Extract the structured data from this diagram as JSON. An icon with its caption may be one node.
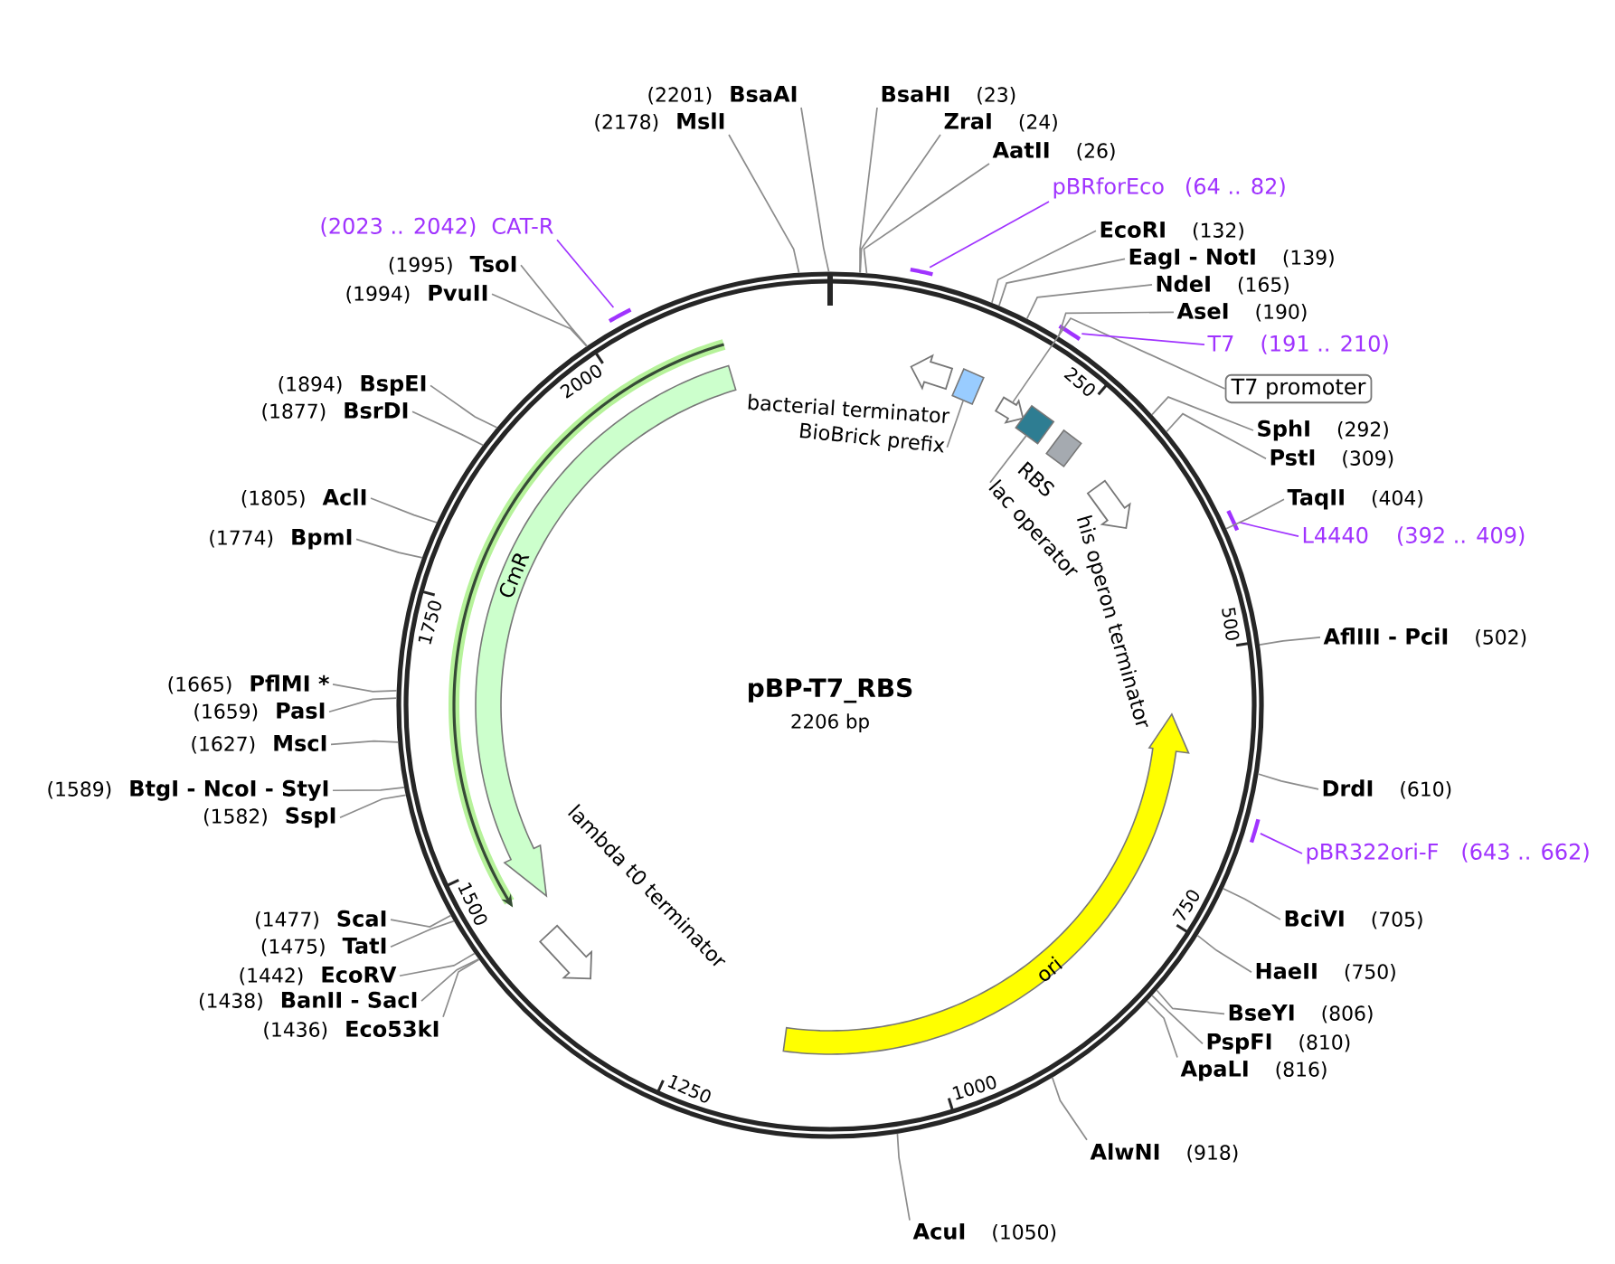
{
  "diagram": {
    "nodes": [
      {
        "text": [
          "pBP-T7_RBS",
          "2206 bp"
        ]
      },
      {
        "text": [],
        "shape": "arrow",
        "beside": [
          "bacterial terminator"
        ],
        "in": 0
      },
      {
        "text": [],
        "shape": "box",
        "in": 0
      },
      {
        "text": [
          "BioBrick prefix"
        ],
        "in": 0
      },
      {
        "text": [],
        "shape": "arrow",
        "in": 0
      },
      {
        "text": [],
        "shape": "box",
        "in": 0
      },
      {
        "text": [
          "lac operator"
        ],
        "in": 0
      },
      {
        "text": [],
        "shape": "box",
        "beside": [
          "RBS"
        ],
        "in": 0
      },
      {
        "text": [],
        "shape": "arrow",
        "beside": [
          "his operon terminator"
        ],
        "in": 0
      },
      {
        "text": [
          "ori"
        ],
        "in": 0
      },
      {
        "text": [],
        "shape": "arrow",
        "beside": [
          "lambda t0 terminator"
        ],
        "in": 0
      },
      {
        "text": [
          "CmR"
        ],
        "in": 0
      },
      {
        "text": [
          "T7 promoter"
        ]
      },
      {
        "text": [],
        "shape": "bar"
      },
      {
        "text": [
          "(2023 .. 2042)",
          "CAT-R"
        ]
      },
      {
        "text": [],
        "shape": "bar"
      },
      {
        "text": [
          "pBRforEco",
          "(64 .. 82)"
        ]
      },
      {
        "text": [],
        "shape": "bar"
      },
      {
        "text": [
          "T7",
          "(191 .. 210)"
        ]
      },
      {
        "text": [],
        "shape": "bar"
      },
      {
        "text": [
          "L4440",
          "(392 .. 409)"
        ]
      },
      {
        "text": [],
        "shape": "bar"
      },
      {
        "text": [
          "pBR322ori-F",
          "(643 .. 662)"
        ]
      },
      {
        "text": [
          "BsaHI",
          "(23)"
        ]
      },
      {
        "text": [
          "ZraI",
          "(24)"
        ]
      },
      {
        "text": [
          "AatII",
          "(26)"
        ]
      },
      {
        "text": [
          "EcoRI",
          "(132)"
        ]
      },
      {
        "text": [
          "EagI - NotI",
          "(139)"
        ]
      },
      {
        "text": [
          "NdeI",
          "(165)"
        ]
      },
      {
        "text": [
          "AseI",
          "(190)"
        ]
      },
      {
        "text": [
          "SphI",
          "(292)"
        ]
      },
      {
        "text": [
          "PstI",
          "(309)"
        ]
      },
      {
        "text": [
          "TaqII",
          "(404)"
        ]
      },
      {
        "text": [
          "AflIII - PciI",
          "(502)"
        ]
      },
      {
        "text": [
          "DrdI",
          "(610)"
        ]
      },
      {
        "text": [
          "BciVI",
          "(705)"
        ]
      },
      {
        "text": [
          "HaeII",
          "(750)"
        ]
      },
      {
        "text": [
          "BseYI",
          "(806)"
        ]
      },
      {
        "text": [
          "PspFI",
          "(810)"
        ]
      },
      {
        "text": [
          "ApaLI",
          "(816)"
        ]
      },
      {
        "text": [
          "AlwNI",
          "(918)"
        ]
      },
      {
        "text": [
          "AcuI",
          "(1050)"
        ]
      },
      {
        "text": [
          "(1436)",
          "Eco53kI"
        ]
      },
      {
        "text": [
          "(1438)",
          "BanII - SacI"
        ]
      },
      {
        "text": [
          "(1442)",
          "EcoRV"
        ]
      },
      {
        "text": [
          "(1475)",
          "TatI"
        ]
      },
      {
        "text": [
          "(1477)",
          "ScaI"
        ]
      },
      {
        "text": [
          "(1582)",
          "SspI"
        ]
      },
      {
        "text": [
          "(1589)",
          "BtgI - NcoI - StyI"
        ]
      },
      {
        "text": [
          "(1627)",
          "MscI"
        ]
      },
      {
        "text": [
          "(1659)",
          "PasI"
        ]
      },
      {
        "text": [
          "(1665)",
          "PflMI *"
        ]
      },
      {
        "text": [
          "(1774)",
          "BpmI"
        ]
      },
      {
        "text": [
          "(1805)",
          "AclI"
        ]
      },
      {
        "text": [
          "(1877)",
          "BsrDI"
        ]
      },
      {
        "text": [
          "(1894)",
          "BspEI"
        ]
      },
      {
        "text": [
          "(1994)",
          "PvuII"
        ]
      },
      {
        "text": [
          "(1995)",
          "TsoI"
        ]
      },
      {
        "text": [
          "(2178)",
          "MslI"
        ]
      },
      {
        "text": [
          "(2201)",
          "BsaAI"
        ]
      }
    ],
    "edges": [
      {
        "from": 12,
        "to": 4,
        "arrow": "none"
      },
      {
        "from": 3,
        "to": 2,
        "arrow": "none"
      },
      {
        "from": 6,
        "to": 5,
        "arrow": "none"
      },
      {
        "from": 14,
        "to": 13,
        "arrow": "none",
        "color": "#a033ff"
      },
      {
        "from": 16,
        "to": 15,
        "arrow": "none",
        "color": "#a033ff"
      },
      {
        "from": 18,
        "to": 17,
        "arrow": "none",
        "color": "#a033ff"
      },
      {
        "from": 20,
        "to": 19,
        "arrow": "none",
        "color": "#a033ff"
      },
      {
        "from": 22,
        "to": 21,
        "arrow": "none",
        "color": "#a033ff"
      },
      {
        "from": 23,
        "to": 0,
        "arrow": "none"
      },
      {
        "from": 24,
        "to": 0,
        "arrow": "none"
      },
      {
        "from": 25,
        "to": 0,
        "arrow": "none"
      },
      {
        "from": 26,
        "to": 0,
        "arrow": "none"
      },
      {
        "from": 27,
        "to": 0,
        "arrow": "none"
      },
      {
        "from": 28,
        "to": 0,
        "arrow": "none"
      },
      {
        "from": 29,
        "to": 0,
        "arrow": "none"
      },
      {
        "from": 30,
        "to": 0,
        "arrow": "none"
      },
      {
        "from": 31,
        "to": 0,
        "arrow": "none"
      },
      {
        "from": 32,
        "to": 0,
        "arrow": "none"
      },
      {
        "from": 33,
        "to": 0,
        "arrow": "none"
      },
      {
        "from": 34,
        "to": 0,
        "arrow": "none"
      },
      {
        "from": 35,
        "to": 0,
        "arrow": "none"
      },
      {
        "from": 36,
        "to": 0,
        "arrow": "none"
      },
      {
        "from": 37,
        "to": 0,
        "arrow": "none"
      },
      {
        "from": 38,
        "to": 0,
        "arrow": "none"
      },
      {
        "from": 39,
        "to": 0,
        "arrow": "none"
      },
      {
        "from": 40,
        "to": 0,
        "arrow": "none"
      },
      {
        "from": 41,
        "to": 0,
        "arrow": "none"
      },
      {
        "from": 42,
        "to": 0,
        "arrow": "none"
      },
      {
        "from": 43,
        "to": 0,
        "arrow": "none"
      },
      {
        "from": 44,
        "to": 0,
        "arrow": "none"
      },
      {
        "from": 45,
        "to": 0,
        "arrow": "none"
      },
      {
        "from": 46,
        "to": 0,
        "arrow": "none"
      },
      {
        "from": 47,
        "to": 0,
        "arrow": "none"
      },
      {
        "from": 48,
        "to": 0,
        "arrow": "none"
      },
      {
        "from": 49,
        "to": 0,
        "arrow": "none"
      },
      {
        "from": 50,
        "to": 0,
        "arrow": "none"
      },
      {
        "from": 51,
        "to": 0,
        "arrow": "none"
      },
      {
        "from": 52,
        "to": 0,
        "arrow": "none"
      },
      {
        "from": 53,
        "to": 0,
        "arrow": "none"
      },
      {
        "from": 54,
        "to": 0,
        "arrow": "none"
      },
      {
        "from": 55,
        "to": 0,
        "arrow": "none"
      },
      {
        "from": 56,
        "to": 0,
        "arrow": "none"
      },
      {
        "from": 57,
        "to": 0,
        "arrow": "none"
      },
      {
        "from": 58,
        "to": 0,
        "arrow": "none"
      },
      {
        "from": 59,
        "to": 0,
        "arrow": "none"
      }
    ],
    "labels": [
      "250",
      "500",
      "750",
      "1000",
      "1250",
      "1500",
      "1750",
      "2000"
    ]
  }
}
